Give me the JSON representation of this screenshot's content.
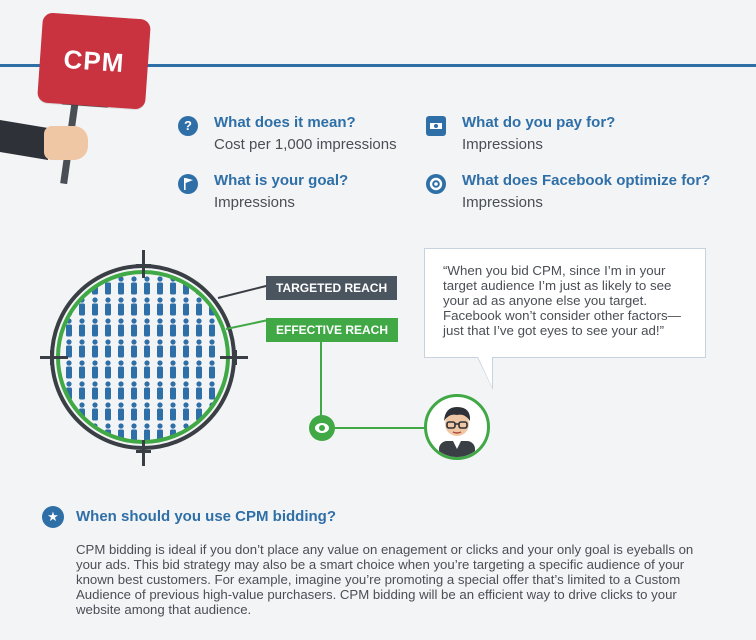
{
  "sign": {
    "label": "CPM"
  },
  "qa": [
    {
      "icon": "question-icon",
      "question": "What does it mean?",
      "answer": "Cost per 1,000 impressions"
    },
    {
      "icon": "money-icon",
      "question": "What do you pay for?",
      "answer": "Impressions"
    },
    {
      "icon": "flag-icon",
      "question": "What is your goal?",
      "answer": "Impressions"
    },
    {
      "icon": "gear-icon",
      "question": "What does Facebook optimize for?",
      "answer": "Impressions"
    }
  ],
  "diagram": {
    "targeted_label": "TARGETED REACH",
    "effective_label": "EFFECTIVE REACH",
    "colors": {
      "targeted": "#4b5560",
      "effective": "#41a846",
      "people": "#2f6fa7"
    }
  },
  "quote": {
    "text": "“When you bid CPM, since I’m in your target audience I’m just as likely to see your ad as anyone else you target. Facebook won’t consider other factors—just that I’ve got eyes to see your ad!”"
  },
  "section": {
    "title": "When should you use CPM bidding?",
    "body": "CPM bidding is ideal if you don’t place any value on enagement or clicks and your only goal is eyeballs on your ads. This bid strategy may also be a smart choice when you’re targeting a specific audience of your known best customers. For example, imagine you’re promoting a special offer that’s limited to a Custom Audience of previous high-value purchasers. CPM bidding will be an efficient way to drive clicks to your website among that audience."
  },
  "colors": {
    "accent": "#2f6fa7",
    "sign": "#c8333f",
    "green": "#41a846",
    "text": "#4a4e55"
  }
}
